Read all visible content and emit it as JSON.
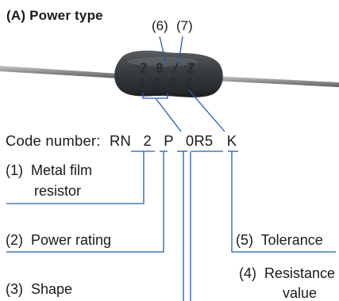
{
  "heading": "(A) Power type",
  "resistor_body": {
    "band_line_1": "2 8 / Z",
    "band_line_2": "0.5 0 K"
  },
  "callouts": {
    "c6": "(6)",
    "c7": "(7)"
  },
  "code_line": {
    "prefix": "Code number:",
    "segments": [
      "RN",
      "2",
      "P",
      "0R5",
      "K"
    ]
  },
  "labels": {
    "metal_film_1": "(1)  Metal film",
    "metal_film_2": "resistor",
    "power_rating": "(2)  Power rating",
    "shape": "(3)  Shape",
    "resistance_1": "(4)  Resistance",
    "resistance_2": "value",
    "tolerance": "(5)  Tolerance"
  },
  "colors": {
    "leader_lines": "#1f5fb4",
    "resistor_body": "#3a3d3f",
    "lead_wire": "#8a8a8a",
    "text": "#1a1a1a"
  }
}
